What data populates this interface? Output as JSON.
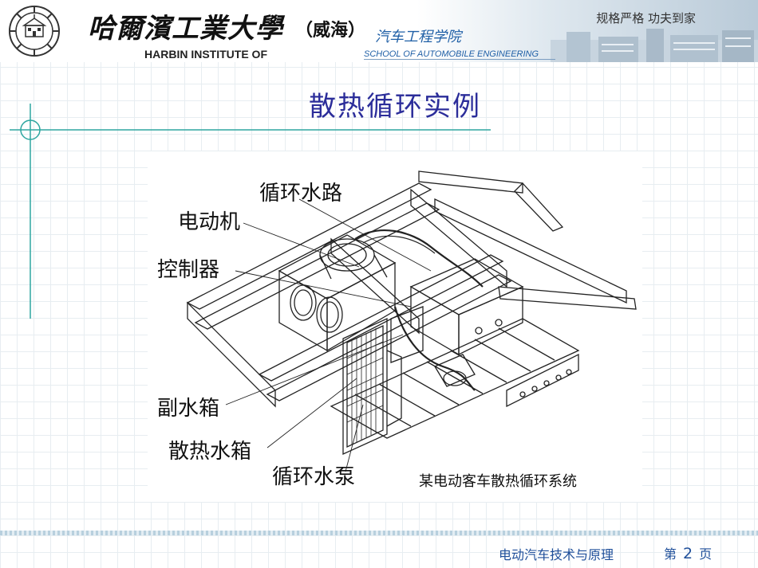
{
  "header": {
    "university_cn": "哈爾濱工業大學",
    "campus_cn": "（威海）",
    "school_cn": "汽车工程学院",
    "university_en": "HARBIN INSTITUTE OF TECHNOLOGY",
    "school_en": "SCHOOL OF AUTOMOBILE ENGINEERING",
    "motto": "规格严格 功夫到家"
  },
  "slide": {
    "title": "散热循环实例"
  },
  "figure": {
    "labels": {
      "circulation_pipe": "循环水路",
      "motor": "电动机",
      "controller": "控制器",
      "expansion_tank": "副水箱",
      "radiator": "散热水箱",
      "water_pump": "循环水泵"
    },
    "caption": "某电动客车散热循环系统"
  },
  "footer": {
    "course": "电动汽车技术与原理",
    "page_prefix": "第",
    "page_number": "2",
    "page_suffix": "页"
  },
  "colors": {
    "title": "#2b2d9a",
    "accent_teal": "#2ea6a0",
    "footer_text": "#1f4f9a"
  }
}
